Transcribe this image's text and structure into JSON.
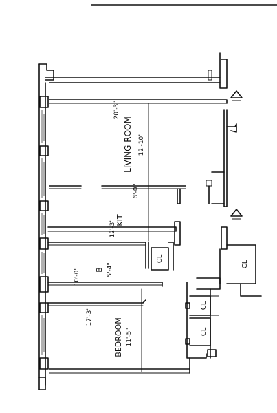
{
  "rooms": {
    "living": {
      "name": "LIVING ROOM",
      "width": "12'-10\"",
      "length": "20'-3\""
    },
    "kitchen": {
      "name": "KIT",
      "width": "6'-0\"",
      "length": "12'-3\""
    },
    "bath": {
      "name": "B",
      "width": "5'-4\"",
      "length": "10'-0\""
    },
    "bedroom": {
      "name": "BEDROOM",
      "width": "11'-5\"",
      "length": "17'-3\""
    }
  },
  "closets": [
    "CL",
    "CL",
    "CL",
    "CL"
  ]
}
